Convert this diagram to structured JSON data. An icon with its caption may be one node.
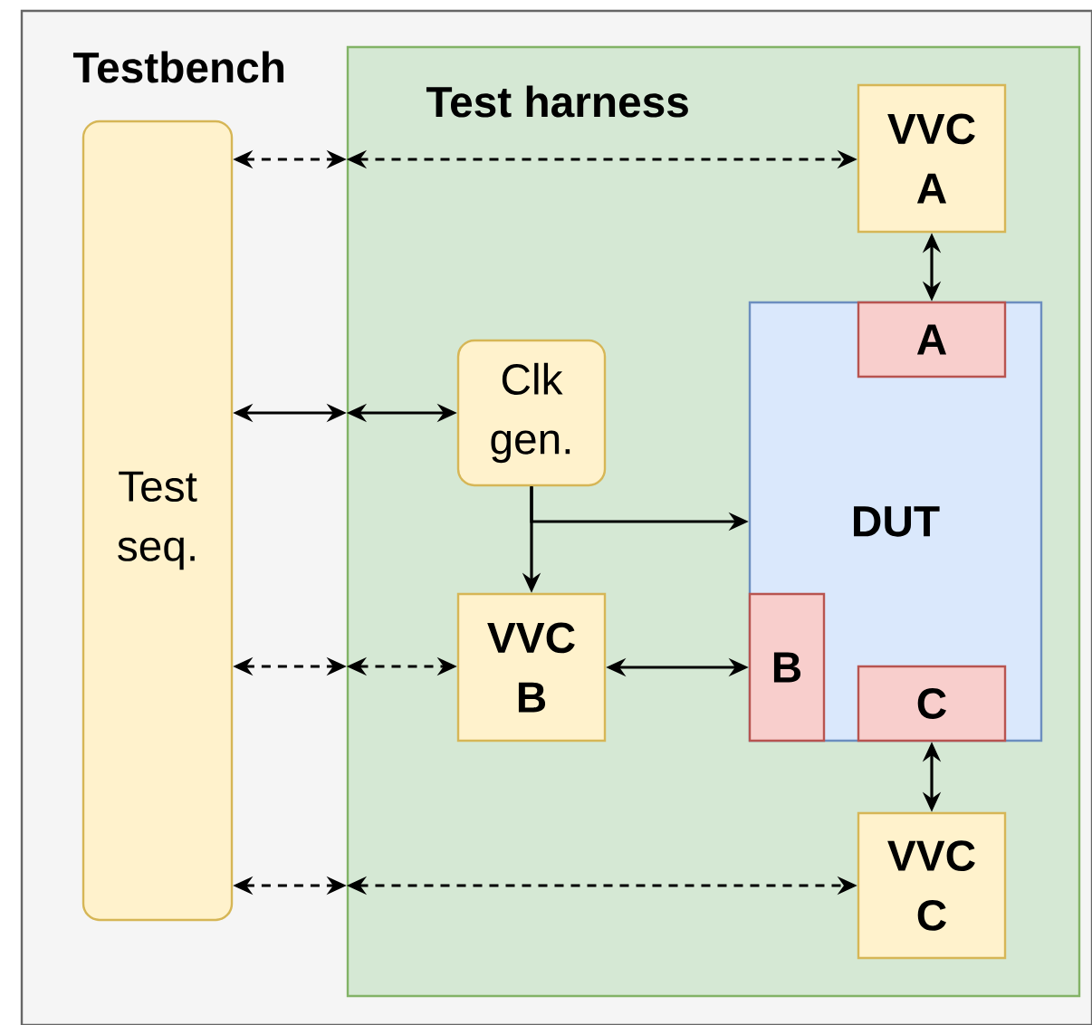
{
  "diagram": {
    "nodes": [
      {
        "text": [
          "Testbench"
        ]
      },
      {
        "text": [
          "Test seq."
        ],
        "in": 0
      },
      {
        "text": [
          "Test harness"
        ],
        "in": 0
      },
      {
        "text": [
          "VVC A"
        ],
        "in": 2
      },
      {
        "text": [
          "DUT"
        ],
        "in": 2
      },
      {
        "text": [
          "A"
        ],
        "in": 4
      },
      {
        "text": [
          "Clk gen."
        ],
        "in": 2
      },
      {
        "text": [
          "VVC B"
        ],
        "in": 2
      },
      {
        "text": [
          "B"
        ],
        "in": 4
      },
      {
        "text": [
          "C"
        ],
        "in": 4
      },
      {
        "text": [
          "VVC C"
        ],
        "in": 2
      }
    ],
    "edges": [
      {
        "from": 1,
        "to": 2,
        "arrow": "both",
        "style": "dashed"
      },
      {
        "from": 2,
        "to": 3,
        "arrow": "both",
        "style": "dashed"
      },
      {
        "from": 3,
        "to": 5,
        "arrow": "both"
      },
      {
        "from": 1,
        "to": 2,
        "arrow": "both"
      },
      {
        "from": 2,
        "to": 6,
        "arrow": "both"
      },
      {
        "from": 6,
        "to": 7,
        "arrow": "to"
      },
      {
        "from": 6,
        "to": 4,
        "arrow": "to"
      },
      {
        "from": 1,
        "to": 2,
        "arrow": "both",
        "style": "dashed"
      },
      {
        "from": 2,
        "to": 7,
        "arrow": "both",
        "style": "dashed"
      },
      {
        "from": 7,
        "to": 8,
        "arrow": "both"
      },
      {
        "from": 9,
        "to": 10,
        "arrow": "both"
      },
      {
        "from": 1,
        "to": 2,
        "arrow": "both",
        "style": "dashed"
      },
      {
        "from": 2,
        "to": 10,
        "arrow": "both",
        "style": "dashed"
      }
    ]
  }
}
